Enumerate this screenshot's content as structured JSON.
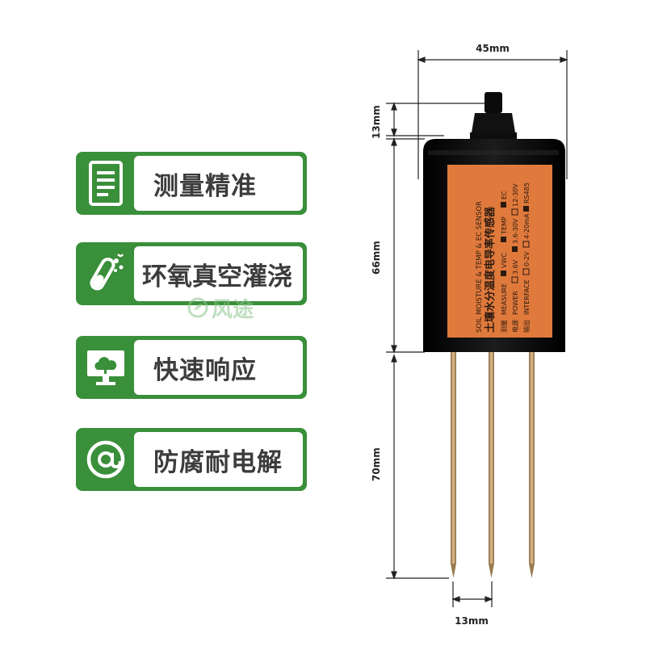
{
  "features": [
    {
      "label": "测量精准",
      "icon": "document-list-icon"
    },
    {
      "label": "环氧真空灌浇",
      "icon": "test-tube-pour-icon"
    },
    {
      "label": "快速响应",
      "icon": "monitor-cloud-icon"
    },
    {
      "label": "防腐耐电解",
      "icon": "at-sign-icon"
    }
  ],
  "watermark": {
    "text": "风途"
  },
  "dimensions": {
    "width": "45mm",
    "cable_height": "13mm",
    "body_height": "66mm",
    "probe_length": "70mm",
    "probe_spacing": "13mm"
  },
  "sensor_label": {
    "title_en": "SOIL MOISTURE & TEMP & EC SENSOR",
    "title_cn": "土壤水分温度电导率传感器",
    "measure_cn": "测量",
    "measure_en": "MEASURE",
    "measure_vwc": "VWC",
    "measure_temp": "TEMP",
    "measure_ec": "EC",
    "power_cn": "电源",
    "power_en": "POWER",
    "power_opt1": "3.6V",
    "power_opt2": "3.6-30V",
    "power_opt3": "12-30V",
    "interface_cn": "输出",
    "interface_en": "INTERFACE",
    "interface_opt1": "0-2V",
    "interface_opt2": "4-20mA",
    "interface_opt3": "RS485"
  },
  "colors": {
    "feature_green": "#3a8f3a",
    "label_orange": "#e07a3c",
    "probe_gold": "#b58a55",
    "body_black": "#111111"
  }
}
